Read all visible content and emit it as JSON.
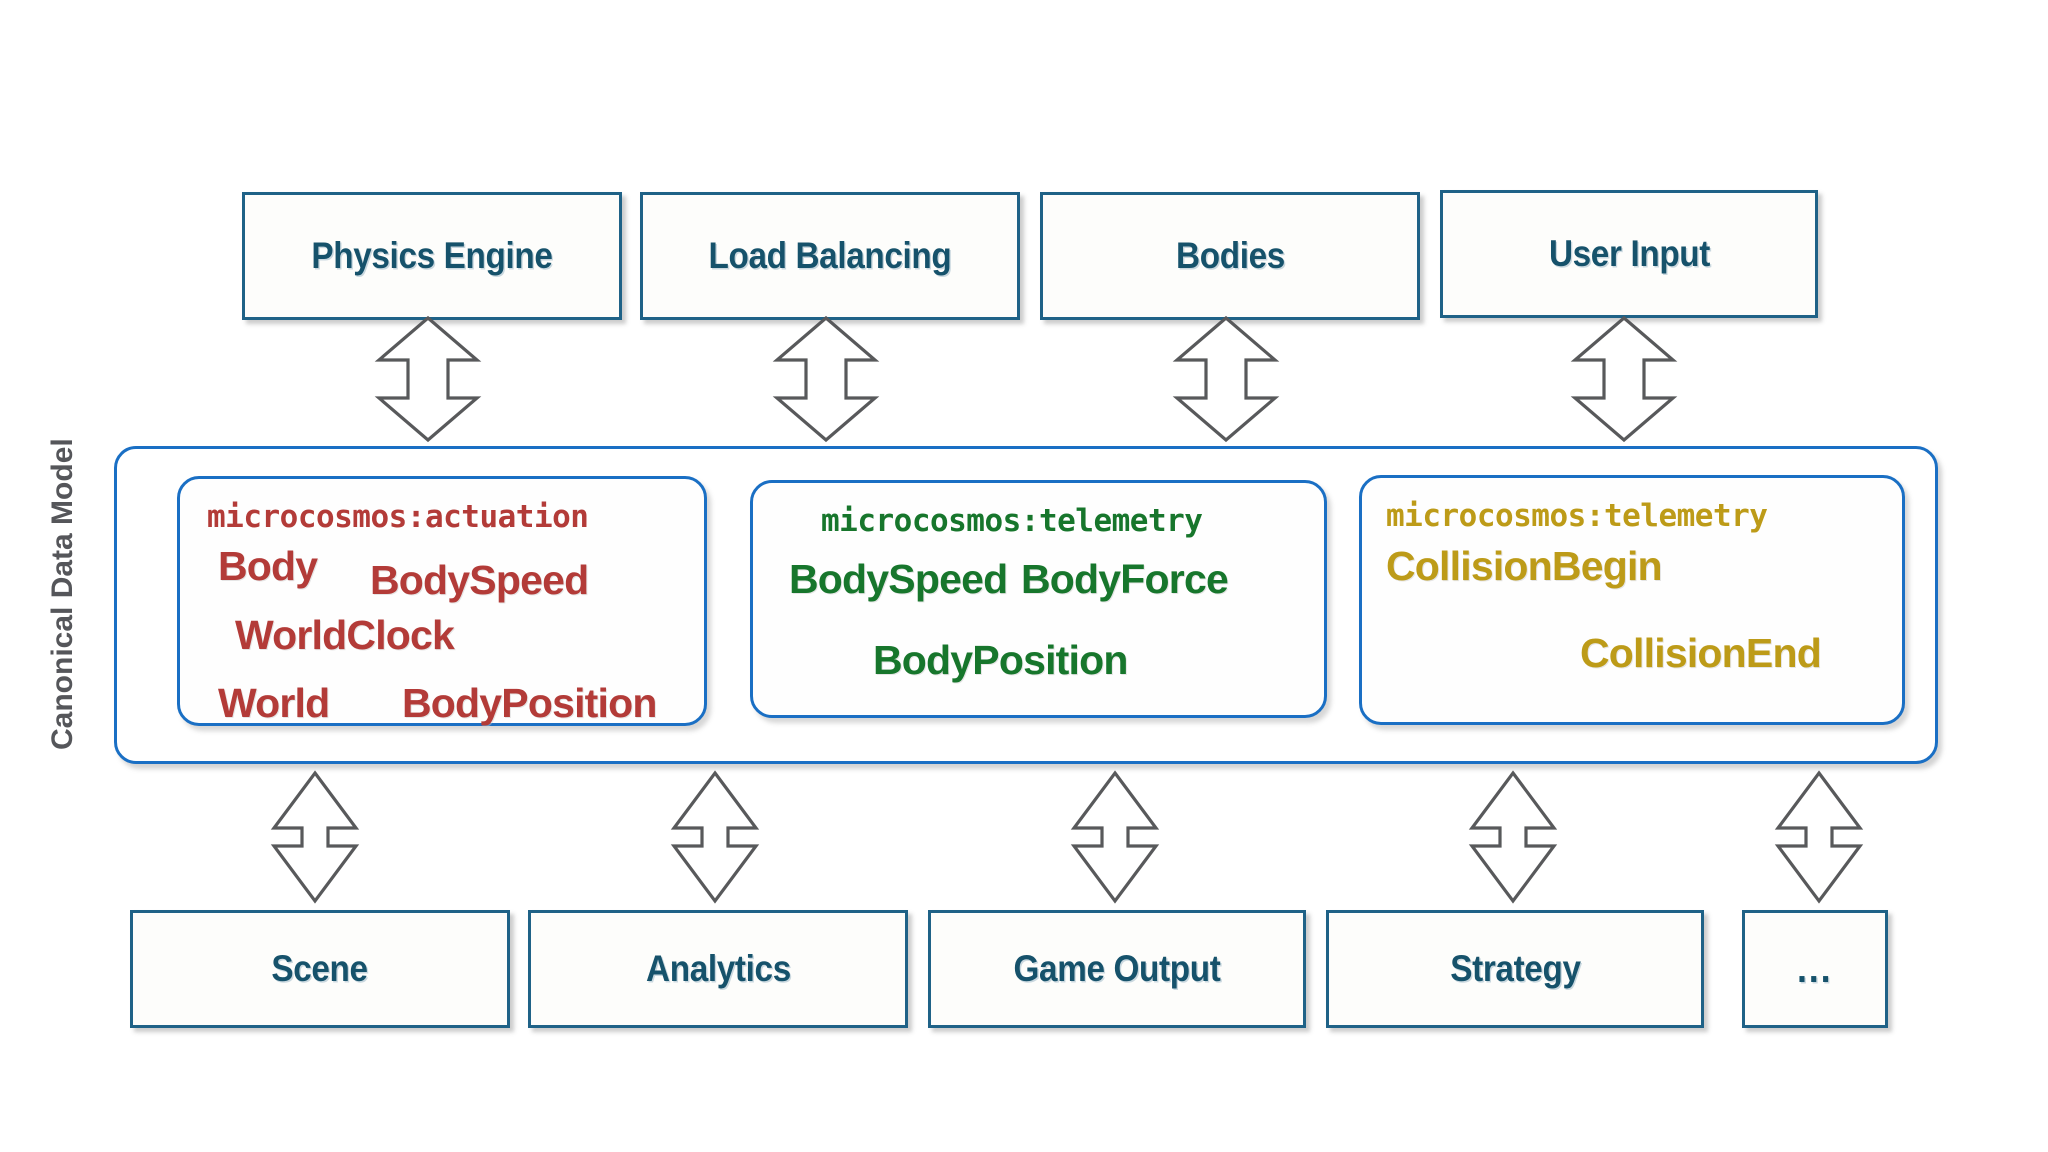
{
  "diagram": {
    "side_label": "Canonical Data Model",
    "colors": {
      "box_border": "#1F6287",
      "box_text": "#16526B",
      "container_border": "#1A6FC4",
      "actuation_red": "#B33B38",
      "telemetry_green": "#17762C",
      "collision_gold": "#BD9B18",
      "arrow_stroke": "#58595B",
      "side_label_gray": "#55565A"
    },
    "top_row": [
      {
        "label": "Physics Engine"
      },
      {
        "label": "Load Balancing"
      },
      {
        "label": "Bodies"
      },
      {
        "label": "User Input"
      }
    ],
    "bottom_row": [
      {
        "label": "Scene"
      },
      {
        "label": "Analytics"
      },
      {
        "label": "Game Output"
      },
      {
        "label": "Strategy"
      },
      {
        "label": "..."
      }
    ],
    "namespace_cards": [
      {
        "namespace": "microcosmos:actuation",
        "color": "#B33B38",
        "terms": [
          "Body",
          "BodySpeed",
          "WorldClock",
          "World",
          "BodyPosition"
        ]
      },
      {
        "namespace": "microcosmos:telemetry",
        "color": "#17762C",
        "terms": [
          "BodySpeed",
          "BodyForce",
          "BodyPosition"
        ]
      },
      {
        "namespace": "microcosmos:telemetry",
        "color": "#BD9B18",
        "terms": [
          "CollisionBegin",
          "CollisionEnd"
        ]
      }
    ],
    "top_arrow_count": 4,
    "bottom_arrow_count": 5
  }
}
